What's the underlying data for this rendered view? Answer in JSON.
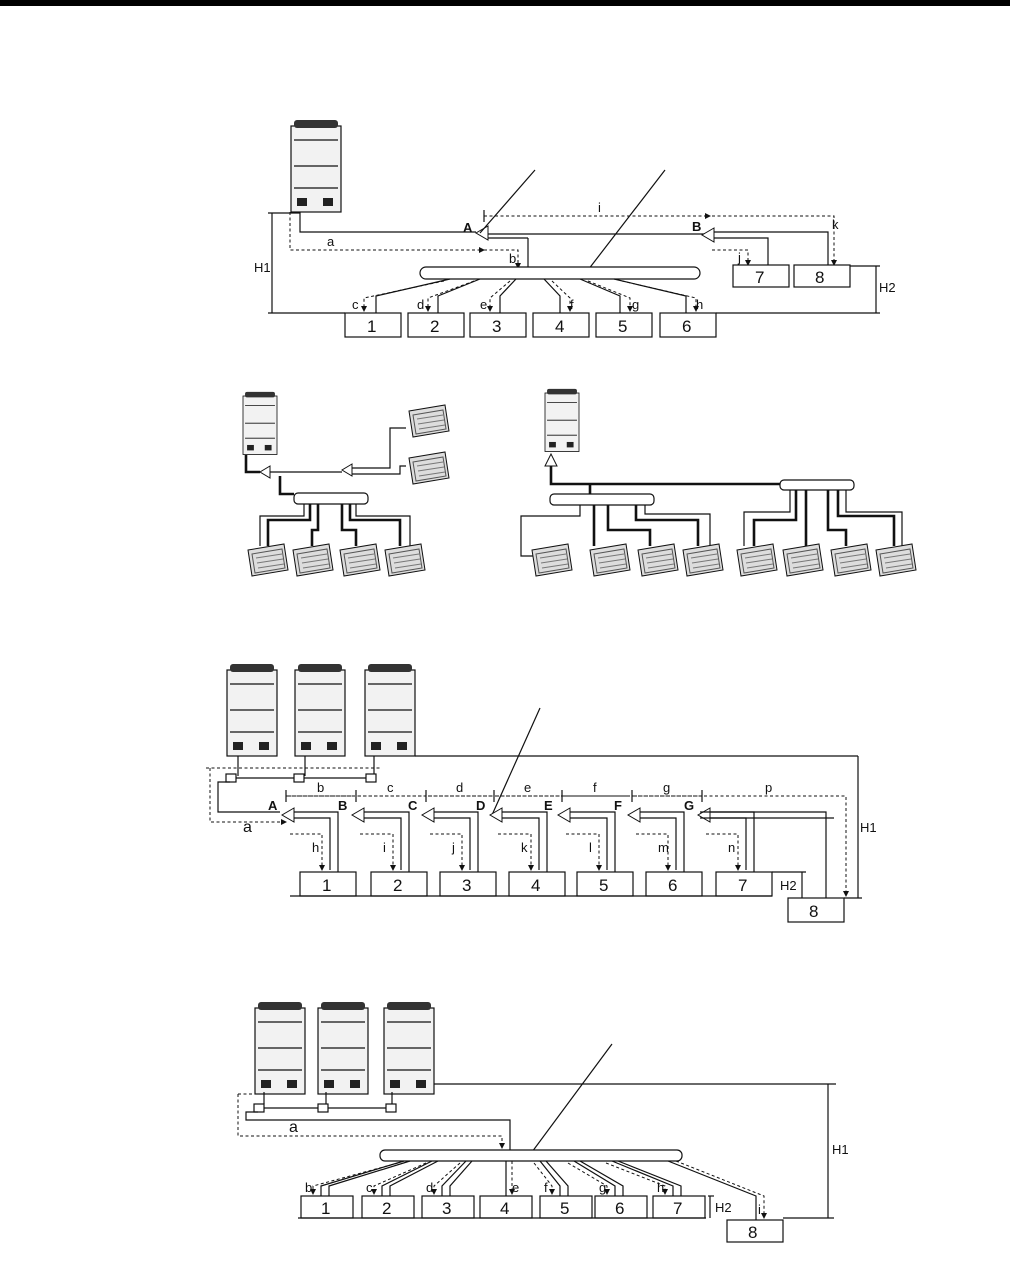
{
  "diagram1": {
    "branch_A": "A",
    "branch_B": "B",
    "segments": [
      "a",
      "b",
      "c",
      "d",
      "e",
      "f",
      "g",
      "h",
      "i",
      "j",
      "k"
    ],
    "units": [
      "1",
      "2",
      "3",
      "4",
      "5",
      "6",
      "7",
      "8"
    ],
    "H1": "H1",
    "H2": "H2"
  },
  "diagram3": {
    "branches": [
      "A",
      "B",
      "C",
      "D",
      "E",
      "F",
      "G"
    ],
    "top_segments": [
      "b",
      "c",
      "d",
      "e",
      "f",
      "g",
      "p"
    ],
    "drop_segments": [
      "h",
      "i",
      "j",
      "k",
      "l",
      "m",
      "n"
    ],
    "a": "a",
    "units": [
      "1",
      "2",
      "3",
      "4",
      "5",
      "6",
      "7",
      "8"
    ],
    "H1": "H1",
    "H2": "H2"
  },
  "diagram4": {
    "a": "a",
    "segments": [
      "b",
      "c",
      "d",
      "e",
      "f",
      "g",
      "h",
      "i"
    ],
    "units": [
      "1",
      "2",
      "3",
      "4",
      "5",
      "6",
      "7",
      "8"
    ],
    "H1": "H1",
    "H2": "H2"
  }
}
